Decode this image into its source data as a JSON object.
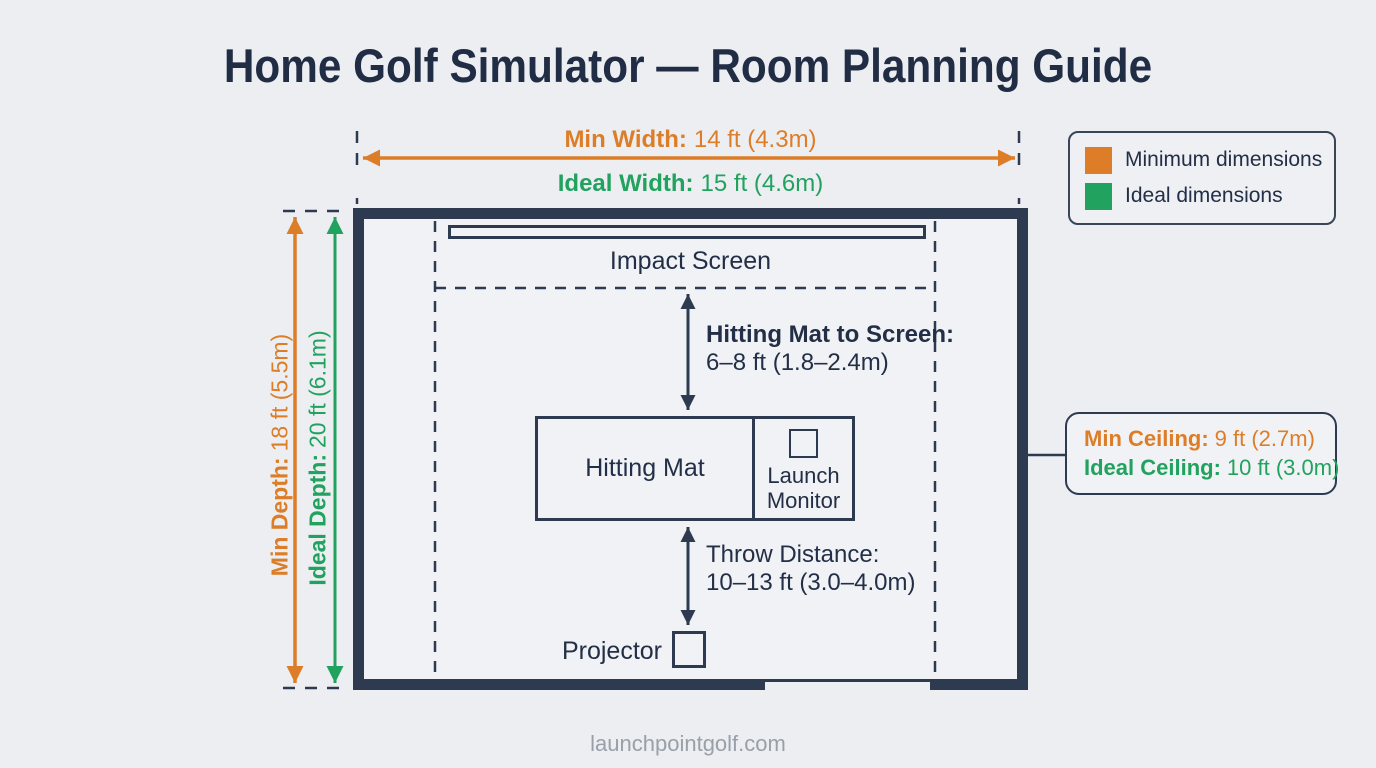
{
  "page": {
    "title": "Home Golf Simulator — Room Planning Guide",
    "watermark": "launchpointgolf.com"
  },
  "colors": {
    "minimum": "#dd7d27",
    "ideal": "#21a25f",
    "navy": "#2e3a50",
    "background": "#eceef2"
  },
  "legend": {
    "items": [
      {
        "label": "Minimum dimensions",
        "color": "#dd7d27"
      },
      {
        "label": "Ideal dimensions",
        "color": "#21a25f"
      }
    ]
  },
  "width_dims": {
    "min": {
      "label": "Min Width:",
      "value": "14 ft (4.3m)"
    },
    "ideal": {
      "label": "Ideal Width:",
      "value": "15 ft (4.6m)"
    }
  },
  "depth_dims": {
    "min": {
      "label": "Min Depth:",
      "value": "18 ft (5.5m)"
    },
    "ideal": {
      "label": "Ideal Depth:",
      "value": "20 ft (6.1m)"
    }
  },
  "ceiling": {
    "min": {
      "label": "Min Ceiling:",
      "value": "9 ft (2.7m)"
    },
    "ideal": {
      "label": "Ideal Ceiling:",
      "value": "10 ft (3.0m)"
    }
  },
  "room": {
    "impact_screen_label": "Impact Screen",
    "hitting_mat_label": "Hitting Mat",
    "launch_monitor_label": "Launch Monitor",
    "projector_label": "Projector",
    "mat_to_screen": {
      "label": "Hitting Mat to Screen:",
      "value": "6–8 ft (1.8–2.4m)"
    },
    "throw_distance": {
      "label": "Throw Distance:",
      "value": "10–13 ft (3.0–4.0m)"
    }
  }
}
